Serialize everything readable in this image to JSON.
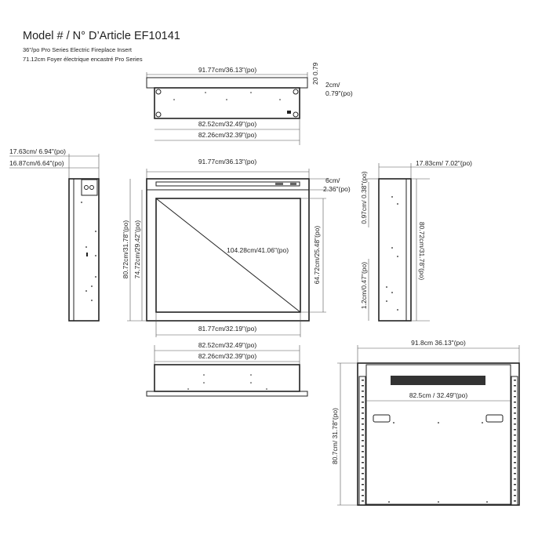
{
  "header": {
    "title": "Model # / N° D’Article EF10141",
    "subtitle_en": "36\"/po  Pro Series Electric Fireplace Insert",
    "subtitle_fr": "71.12cm Foyer électrique encastré Pro Series"
  },
  "top_view": {
    "width": "91.77cm/36.13\"(po)",
    "flange_small": "20 0.79",
    "flange_a": "2cm/",
    "flange_b": "0.79\"(po)",
    "body_width": "82.52cm/32.49\"(po)",
    "body_width_2": "82.26cm/32.39\"(po)"
  },
  "left_side_view": {
    "depth_total": "17.63cm/ 6.94\"(po)",
    "depth_body": "16.87cm/6.64\"(po)"
  },
  "front_view": {
    "width": "91.77cm/36.13\"(po)",
    "top_strip_a": "6cm/",
    "top_strip_b": "2.36\"(po)",
    "height_total": "80.72cm/31.78\"(po)",
    "height_body": "74.72cm/29.42\"(po)",
    "diagonal": "104.28cm/41.06\"(po)",
    "viewing_height": "64.72cm/25.48\"(po)",
    "viewing_width": "81.77cm/32.19\"(po)"
  },
  "right_side_view": {
    "depth": "17.83cm/ 7.02\"(po)",
    "top_offset": "0.97cm/ 0.38\"(po)",
    "bottom_offset": "1.2cm/0.47\"(po)",
    "height": "80.72cm/31.78\"(po)"
  },
  "bottom_view": {
    "width_1": "82.52cm/32.49\"(po)",
    "width_2": "82.26cm/32.39\"(po)"
  },
  "back_view": {
    "width": "91.8cm 36.13\"(po)",
    "inner_width": "82.5cm / 32.49\"(po)",
    "height": "80.7cm/ 31.78\"(po)"
  }
}
